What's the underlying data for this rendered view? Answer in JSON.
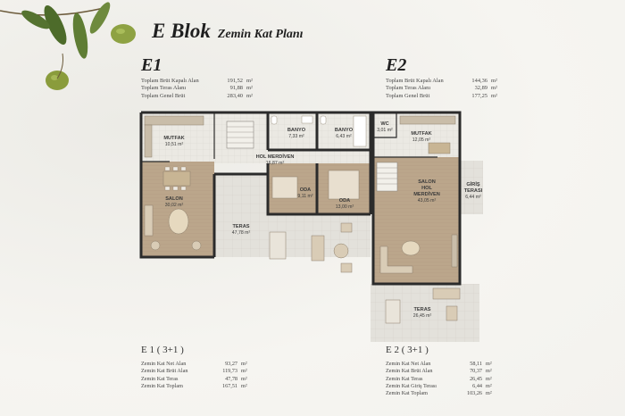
{
  "title": {
    "main": "E Blok",
    "sub": "Zemin Kat Planı"
  },
  "e1": {
    "heading": "E1",
    "stats": [
      {
        "label": "Toplam Brüt Kapalı Alan",
        "value": "191,52",
        "unit": "m²"
      },
      {
        "label": "Toplam Teras Alanı",
        "value": "91,88",
        "unit": "m²"
      },
      {
        "label": "Toplam Genel Brüt",
        "value": "283,40",
        "unit": "m²"
      }
    ]
  },
  "e2": {
    "heading": "E2",
    "stats": [
      {
        "label": "Toplam Brüt Kapalı Alan",
        "value": "144,36",
        "unit": "m²"
      },
      {
        "label": "Toplam Teras Alanı",
        "value": "32,89",
        "unit": "m²"
      },
      {
        "label": "Toplam Genel Brüt",
        "value": "177,25",
        "unit": "m²"
      }
    ]
  },
  "rooms": {
    "mutfak1": {
      "name": "MUTFAK",
      "area": "10,51 m²"
    },
    "salon1": {
      "name": "SALON",
      "area": "30,02 m²"
    },
    "hol": {
      "name": "HOL MERDİVEN",
      "area": "16,87 m²"
    },
    "banyo1": {
      "name": "BANYO",
      "area": "7,33 m²"
    },
    "banyo2": {
      "name": "BANYO",
      "area": "6,43 m²"
    },
    "oda1": {
      "name": "ODA",
      "area": "9,11 m²"
    },
    "oda2": {
      "name": "ODA",
      "area": "13,00 m²"
    },
    "teras1": {
      "name": "TERAS",
      "area": "47,78 m²"
    },
    "wc": {
      "name": "WC",
      "area": "3,01 m²"
    },
    "mutfak2": {
      "name": "MUTFAK",
      "area": "12,05 m²"
    },
    "salon2": {
      "name_l1": "SALON",
      "name_l2": "HOL",
      "name_l3": "MERDİVEN",
      "area": "43,05 m²"
    },
    "giris": {
      "name_l1": "GİRİŞ",
      "name_l2": "TERASI",
      "area": "6,44 m²"
    },
    "teras2": {
      "name": "TERAS",
      "area": "26,45 m²"
    }
  },
  "bottom_e1": {
    "heading": "E 1 ( 3+1 )",
    "stats": [
      {
        "label": "Zemin Kat Net Alan",
        "value": "93,27",
        "unit": "m²"
      },
      {
        "label": "Zemin Kat Brüt Alan",
        "value": "119,73",
        "unit": "m²"
      },
      {
        "label": "Zemin Kat Teras",
        "value": "47,78",
        "unit": "m²"
      },
      {
        "label": "Zemin Kat Toplam",
        "value": "167,51",
        "unit": "m²"
      }
    ]
  },
  "bottom_e2": {
    "heading": "E 2 ( 3+1 )",
    "stats": [
      {
        "label": "Zemin Kat Net Alan",
        "value": "58,11",
        "unit": "m²"
      },
      {
        "label": "Zemin Kat Brüt Alan",
        "value": "70,37",
        "unit": "m²"
      },
      {
        "label": "Zemin Kat Teras",
        "value": "26,45",
        "unit": "m²"
      },
      {
        "label": "Zemin Kat Giriş Terası",
        "value": "6,44",
        "unit": "m²"
      },
      {
        "label": "Zemin Kat Toplam",
        "value": "103,26",
        "unit": "m²"
      }
    ]
  },
  "colors": {
    "wall": "#2b2b2b",
    "floor_wood": "#b9a58a",
    "floor_tile": "#e8e6e0",
    "terrace": "#dedcd6",
    "fabric": "#d8c9b3"
  }
}
